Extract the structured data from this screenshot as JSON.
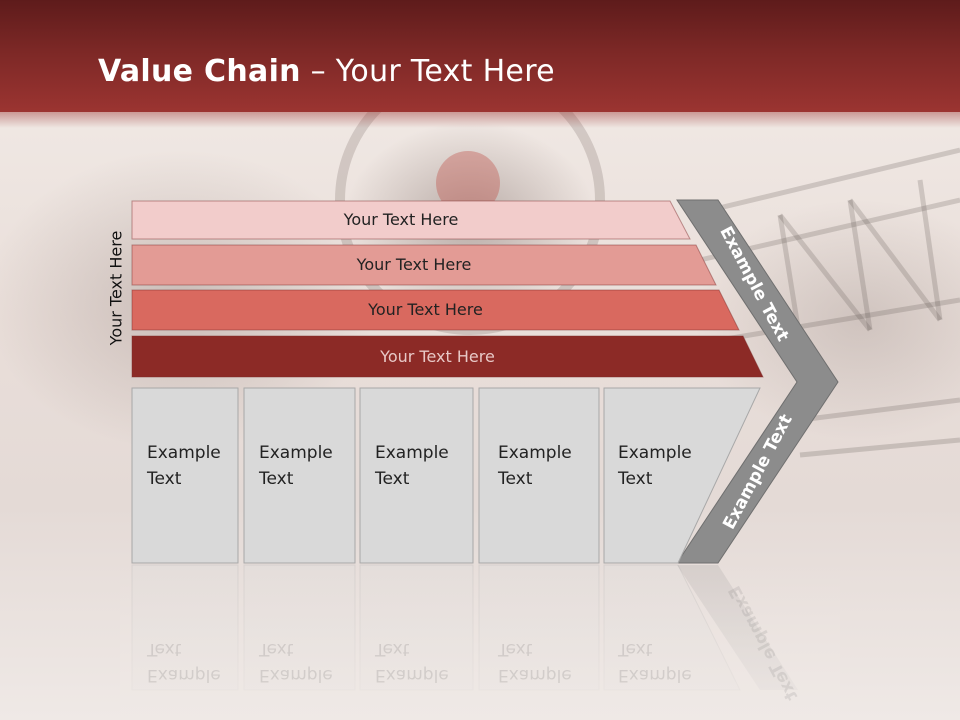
{
  "title": {
    "bold": "Value Chain",
    "rest": " – Your Text Here"
  },
  "side_label": "Your Text Here",
  "rows": [
    {
      "label": "Your Text Here",
      "fill": "#f2cccb",
      "text_color": "#222222"
    },
    {
      "label": "Your Text Here",
      "fill": "#e39b95",
      "text_color": "#222222"
    },
    {
      "label": "Your Text Here",
      "fill": "#d9695f",
      "text_color": "#222222"
    },
    {
      "label": "Your Text Here",
      "fill": "#8c2a26",
      "text_color": "#e8c8c6"
    }
  ],
  "boxes": [
    {
      "line1": "Example",
      "line2": "Text"
    },
    {
      "line1": "Example",
      "line2": "Text"
    },
    {
      "line1": "Example",
      "line2": "Text"
    },
    {
      "line1": "Example",
      "line2": "Text"
    },
    {
      "line1": "Example",
      "line2": "Text"
    }
  ],
  "chevron": {
    "upper_label": "Example Text",
    "lower_label": "Example Text",
    "fill": "#8c8c8c"
  },
  "colors": {
    "header": "#8a2c2a",
    "box_fill": "#d9d9d9",
    "box_stroke": "#a8a8a8"
  }
}
